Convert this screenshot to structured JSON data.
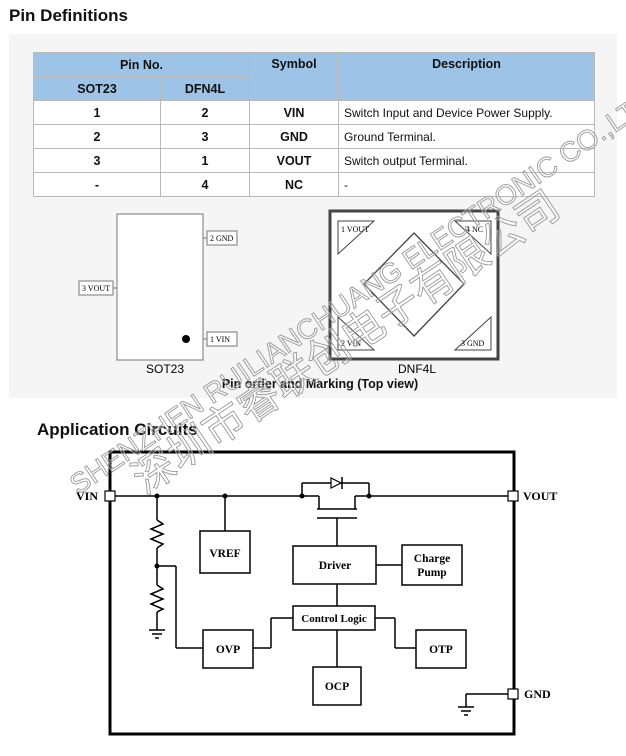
{
  "sections": {
    "pin_definitions_title": "Pin Definitions",
    "application_title": "Application Circuits"
  },
  "pin_table": {
    "group_header": "Pin No.",
    "col_sot23": "SOT23",
    "col_dfn4l": "DFN4L",
    "col_symbol": "Symbol",
    "col_description": "Description",
    "rows": [
      {
        "sot23": "1",
        "dfn4l": "2",
        "symbol": "VIN",
        "description": "Switch Input and Device Power Supply."
      },
      {
        "sot23": "2",
        "dfn4l": "3",
        "symbol": "GND",
        "description": "Ground Terminal."
      },
      {
        "sot23": "3",
        "dfn4l": "1",
        "symbol": "VOUT",
        "description": "Switch output Terminal."
      },
      {
        "sot23": "-",
        "dfn4l": "4",
        "symbol": "NC",
        "description": "-"
      }
    ]
  },
  "packages": {
    "sot23": {
      "name": "SOT23",
      "pin1": "1 VIN",
      "pin2": "2 GND",
      "pin3": "3 VOUT"
    },
    "dfn": {
      "name": "DNF4L",
      "pin1": "1 VOUT",
      "pin2": "2 VIN",
      "pin3": "3 GND",
      "pin4": "4 NC"
    },
    "caption": "Pin order and Marking (Top view)"
  },
  "circuit": {
    "vin": "VIN",
    "vout": "VOUT",
    "gnd": "GND",
    "vref": "VREF",
    "driver": "Driver",
    "charge_pump_line1": "Charge",
    "charge_pump_line2": "Pump",
    "control_logic": "Control Logic",
    "ovp": "OVP",
    "otp": "OTP",
    "ocp": "OCP"
  },
  "watermark": {
    "line1": "SHENZHEN RUILIANCHUANG ELECTRONIC CO.,LTD",
    "line2": "深圳市睿联创电子有限公司"
  }
}
